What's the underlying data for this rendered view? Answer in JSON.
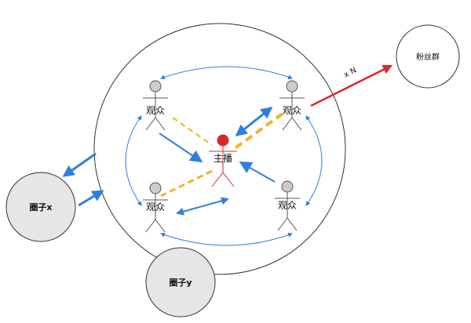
{
  "labels": {
    "host": "主播",
    "audience": "观众",
    "fans": "粉丝群",
    "circle_x": "圈子x",
    "circle_y": "圈子y",
    "multiplier": "x N"
  },
  "colors": {
    "blue": "#2f7fe0",
    "red": "#d62a2a",
    "yellow": "#f0b429",
    "circle_fill": "#e6e6e6",
    "head_fill": "#cccccc"
  }
}
